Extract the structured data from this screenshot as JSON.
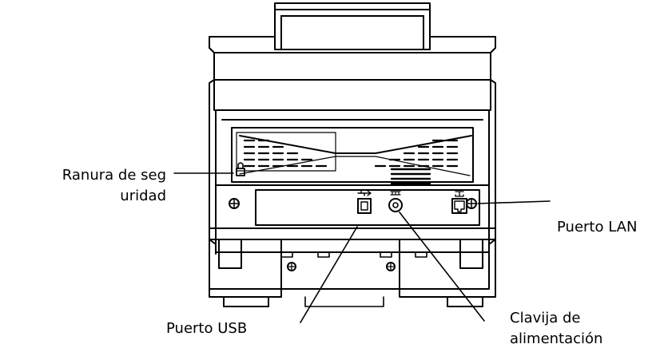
{
  "diagram": {
    "labels": {
      "security_slot": [
        "Ranura de seg",
        "uridad"
      ],
      "lan_port": "Puerto LAN",
      "usb_port": "Puerto USB",
      "power_jack": [
        "Clavija de",
        "alimentación"
      ]
    }
  }
}
